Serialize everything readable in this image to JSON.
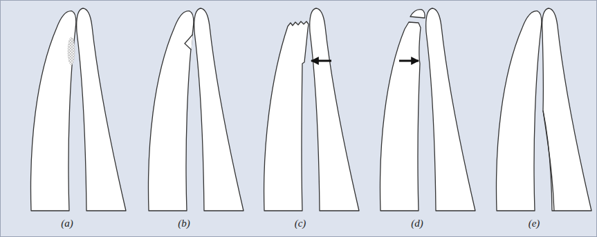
{
  "diagram": {
    "labels": [
      "(a)",
      "(b)",
      "(c)",
      "(d)",
      "(e)"
    ]
  }
}
